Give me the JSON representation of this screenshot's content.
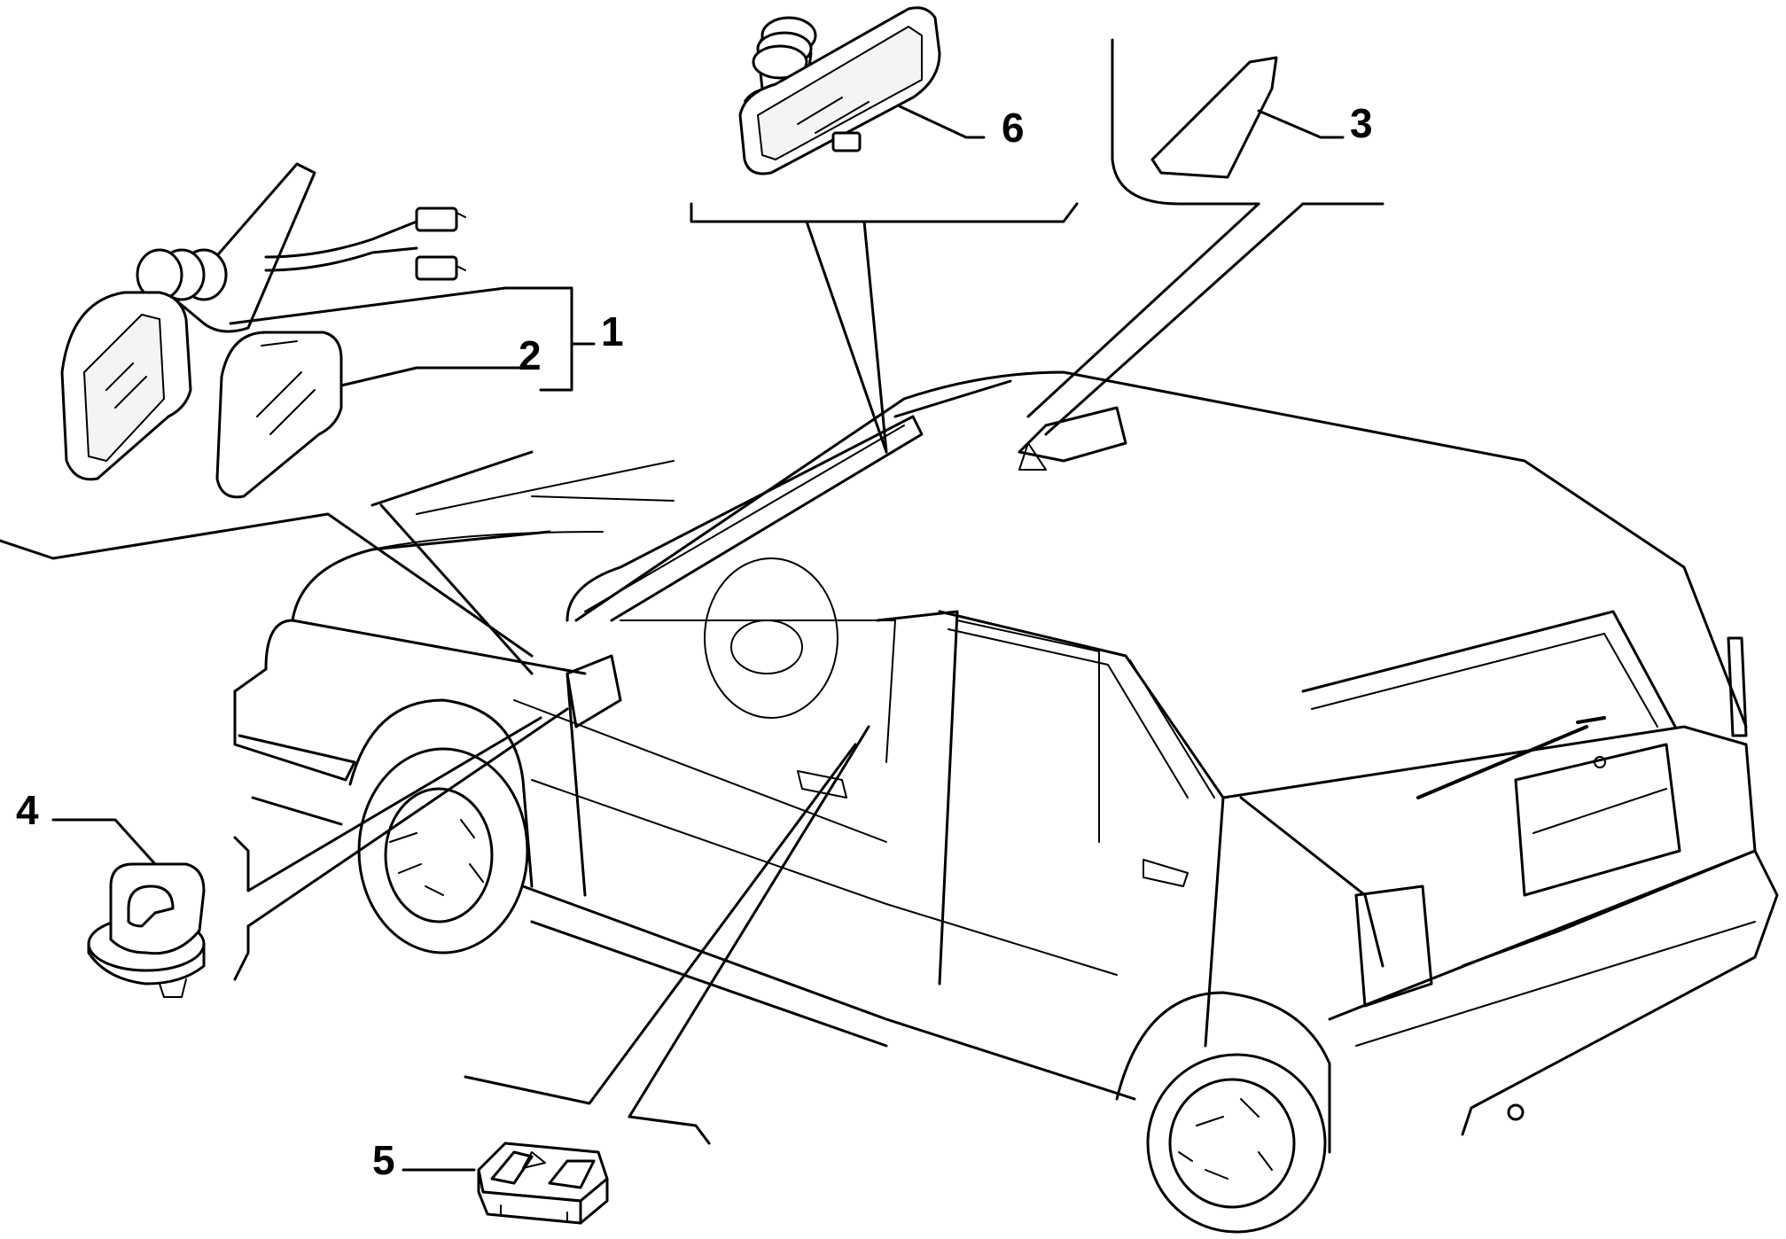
{
  "callouts": [
    {
      "number": "1",
      "part": "exterior-mirror-assembly"
    },
    {
      "number": "2",
      "part": "mirror-glass"
    },
    {
      "number": "3",
      "part": "inner-trim-cover"
    },
    {
      "number": "4",
      "part": "fastening-clip"
    },
    {
      "number": "5",
      "part": "mirror-adjust-switch"
    },
    {
      "number": "6",
      "part": "interior-rear-view-mirror"
    }
  ],
  "colors": {
    "line": "#000000",
    "background": "#ffffff"
  }
}
